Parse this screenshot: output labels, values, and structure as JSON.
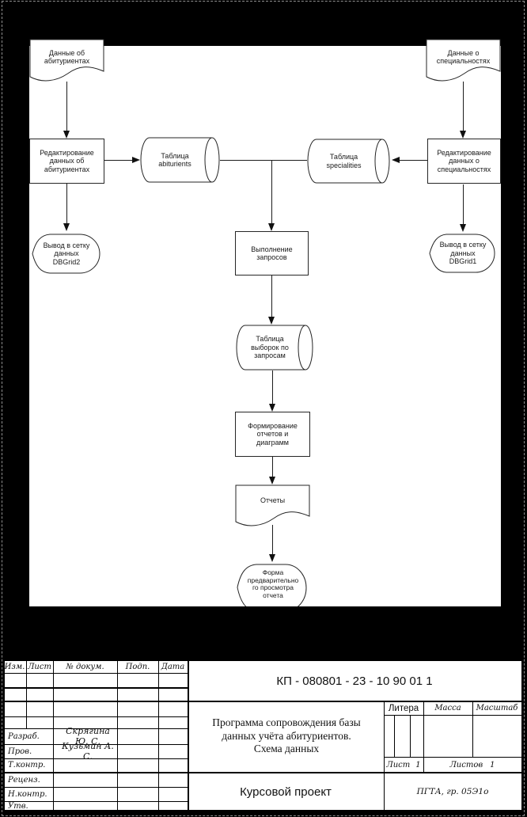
{
  "colors": {
    "background": "#000000",
    "paper": "#ffffff",
    "line": "#1c1c1c"
  },
  "flowchart": {
    "nodes": [
      {
        "id": "doc-applicants-data",
        "type": "document",
        "label": "Данные об\nабитуриентах"
      },
      {
        "id": "doc-specialties-data",
        "type": "document",
        "label": "Данные о\nспециальностях"
      },
      {
        "id": "process-edit-applicants",
        "type": "process",
        "label": "Редактирование\nданных об\nабитуриентах"
      },
      {
        "id": "storage-abiturients",
        "type": "direct-access-storage",
        "label": "Таблица\nabiturients"
      },
      {
        "id": "storage-specialities",
        "type": "direct-access-storage",
        "label": "Таблица\nspecialities"
      },
      {
        "id": "process-edit-specialties",
        "type": "process",
        "label": "Редактирование\nданных о\nспециальностях"
      },
      {
        "id": "display-dbgrid2",
        "type": "display",
        "label": "Вывод в сетку\nданных\nDBGrid2"
      },
      {
        "id": "process-run-queries",
        "type": "process",
        "label": "Выполнение\nзапросов"
      },
      {
        "id": "display-dbgrid1",
        "type": "display",
        "label": "Вывод в сетку\nданных\nDBGrid1"
      },
      {
        "id": "storage-query-selections",
        "type": "direct-access-storage",
        "label": "Таблица\nвыборок по\nзапросам"
      },
      {
        "id": "process-build-reports",
        "type": "process",
        "label": "Формирование\nотчетов и\nдиаграмм"
      },
      {
        "id": "doc-reports",
        "type": "document",
        "label": "Отчеты"
      },
      {
        "id": "display-report-preview",
        "type": "display",
        "label": "Форма\nпредварительно\nго просмотра\nотчета"
      }
    ]
  },
  "title_block": {
    "revision_header": {
      "izm": "Изм.",
      "sheet": "Лист",
      "doc_no": "№ докум.",
      "sign": "Подп.",
      "date": "Дата"
    },
    "signature_rows": [
      {
        "label": "Разраб.",
        "name": "Скрягина Ю. С."
      },
      {
        "label": "Пров.",
        "name": "Кузьмин А. С."
      },
      {
        "label": "Т.контр.",
        "name": ""
      },
      {
        "label": "Реценз.",
        "name": ""
      },
      {
        "label": "Н.контр.",
        "name": ""
      },
      {
        "label": "Утв.",
        "name": ""
      }
    ],
    "document_code": "КП - 080801 - 23 - 10 90 01 1",
    "document_title": "Программа сопровождения базы\nданных учёта абитуриентов.\nСхема данных",
    "litera_label": "Литера",
    "mass_label": "Масса",
    "scale_label": "Масштаб",
    "sheet_label": "Лист",
    "sheet_value": "1",
    "sheets_label": "Листов",
    "sheets_value": "1",
    "project_label": "Курсовой проект",
    "org_group": "ПГТА, гр. 05Э1о"
  }
}
